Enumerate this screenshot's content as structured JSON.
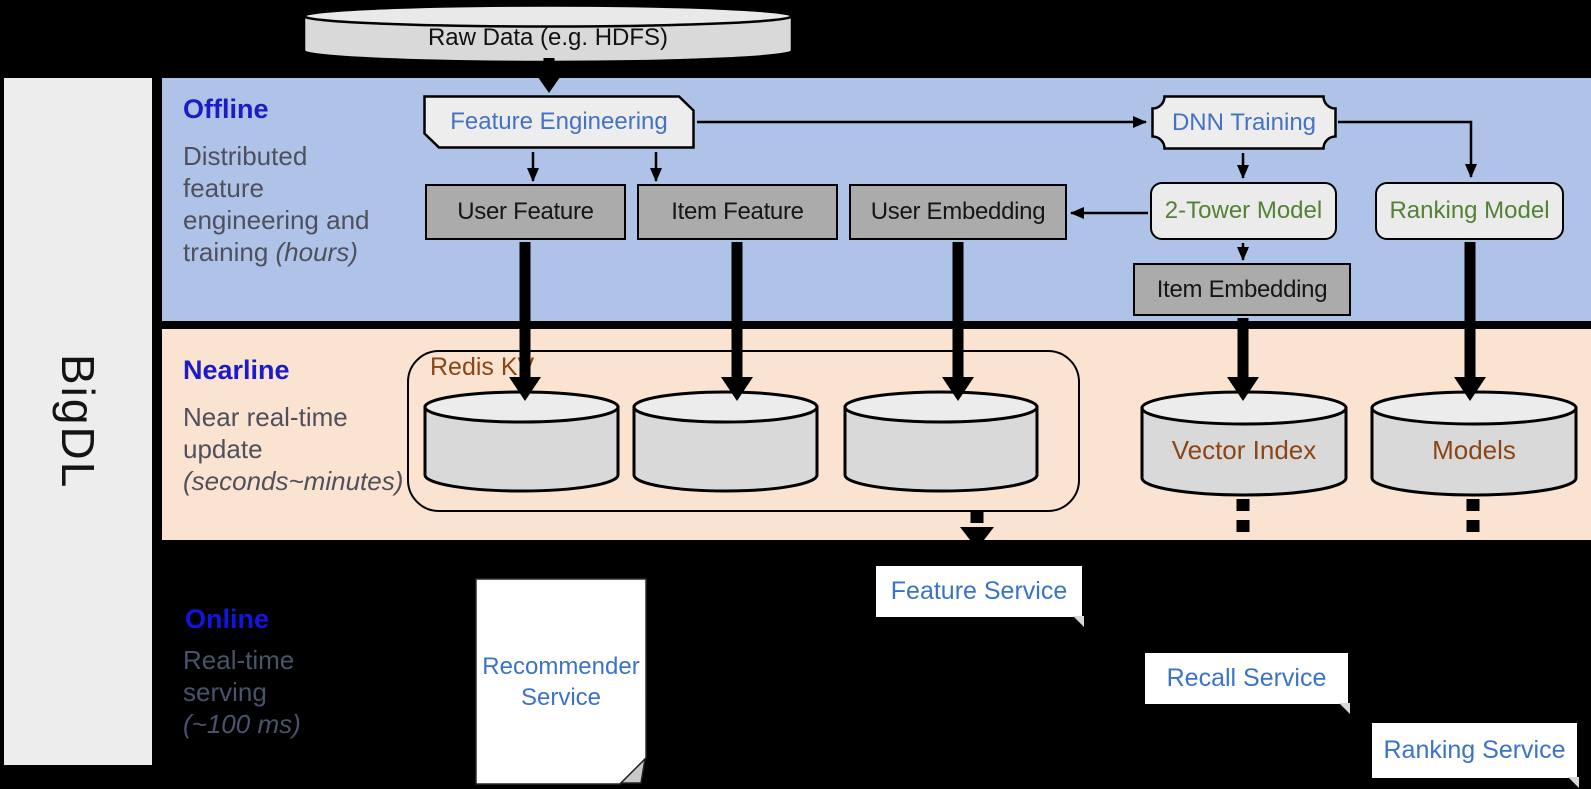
{
  "brand": {
    "label": "BigDL"
  },
  "raw_data": {
    "label": "Raw Data (e.g. HDFS)"
  },
  "sections": {
    "offline": {
      "title": "Offline",
      "subtitle": "Distributed feature engineering and training",
      "subtitle_italic": "(hours)",
      "nodes": {
        "feature_engineering": "Feature Engineering",
        "dnn_training": "DNN Training",
        "user_feature": "User Feature",
        "item_feature": "Item Feature",
        "user_embedding": "User Embedding",
        "item_embedding": "Item Embedding",
        "two_tower_model": "2-Tower Model",
        "ranking_model": "Ranking Model"
      }
    },
    "nearline": {
      "title": "Nearline",
      "subtitle": "Near real-time update",
      "subtitle_italic": "(seconds~minutes)",
      "nodes": {
        "redis_kv": "Redis KV",
        "vector_index": "Vector Index",
        "models": "Models"
      }
    },
    "online": {
      "title": "Online",
      "subtitle": "Real-time serving",
      "subtitle_italic": "(~100 ms)",
      "nodes": {
        "recommender_service": "Recommender Service",
        "feature_service": "Feature Service",
        "recall_service": "Recall Service",
        "ranking_service": "Ranking Service"
      }
    }
  },
  "colors": {
    "background": "#000000",
    "offline_band": "#AEC3E7",
    "nearline_band": "#FAE3D1",
    "section_title_blue": "#1B1BC8",
    "process_text_blue": "#4472C4",
    "model_text_green": "#538135",
    "datastore_text_brown": "#8C4616",
    "service_text_blue": "#3B73C9",
    "gray_box_fill": "#ABABAB",
    "cylinder_fill": "#D9D9D9"
  }
}
